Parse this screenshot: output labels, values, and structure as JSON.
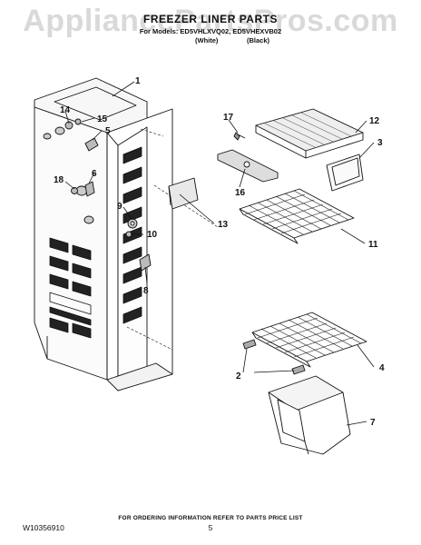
{
  "watermark": "AppliancePartsPros.com",
  "title": "FREEZER LINER PARTS",
  "models_line": "For Models: ED5VHLXVQ02, ED5VHEXVB02",
  "color_white": "(White)",
  "color_black": "(Black)",
  "callouts": [
    "1",
    "14",
    "15",
    "5",
    "18",
    "6",
    "9",
    "10",
    "8",
    "17",
    "12",
    "3",
    "16",
    "13",
    "11",
    "2",
    "4",
    "7"
  ],
  "footer_note": "FOR ORDERING INFORMATION REFER TO PARTS PRICE LIST",
  "doc_number": "W10356910",
  "page_number": "5"
}
